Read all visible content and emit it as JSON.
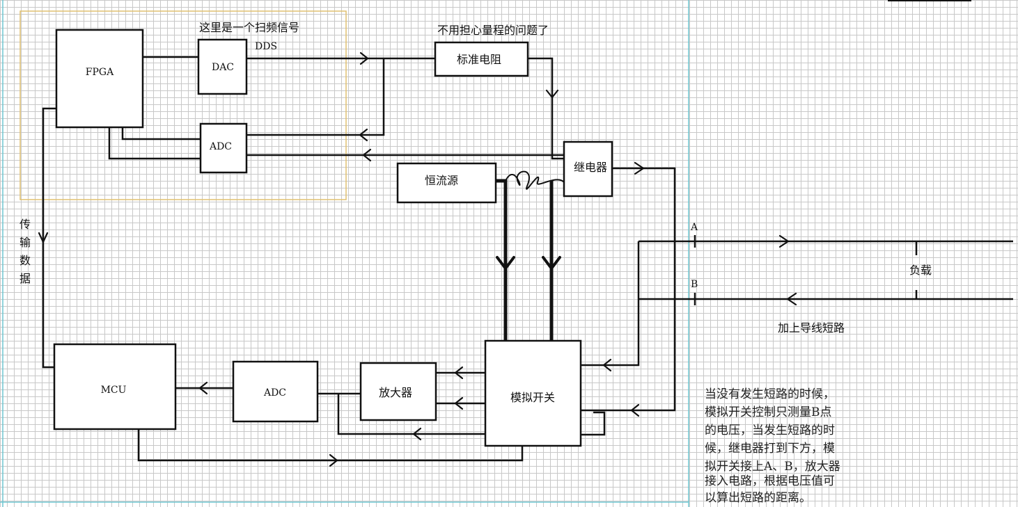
{
  "blocks": {
    "fpga": "FPGA",
    "dac": "DAC",
    "adc_top": "ADC",
    "std_resistor": "标准电阻",
    "relay": "继电器",
    "const_current": "恒流源",
    "mcu": "MCU",
    "adc_bottom": "ADC",
    "amplifier": "放大器",
    "analog_switch": "模拟开关",
    "load": "负载"
  },
  "labels": {
    "sweep_note": "这里是一个扫频信号",
    "dds": "DDS",
    "range_note": "不用担心量程的问题了",
    "transfer_data": [
      "传",
      "输",
      "数",
      "据"
    ],
    "point_a": "A",
    "point_b": "B",
    "short_note": "加上导线短路"
  },
  "explanation": [
    "当没有发生短路的时候，",
    "模拟开关控制只测量B点",
    "的电压，当发生短路的时",
    "候，继电器打到下方，模",
    "拟开关接上A、B，放大器",
    "接入电路，根据电压值可",
    "以算出短路的距离。"
  ],
  "colors": {
    "grid": "#c8c8c8",
    "page_border": "#6ec6d0",
    "dashed_region": "#e0c070",
    "line": "#111111"
  }
}
